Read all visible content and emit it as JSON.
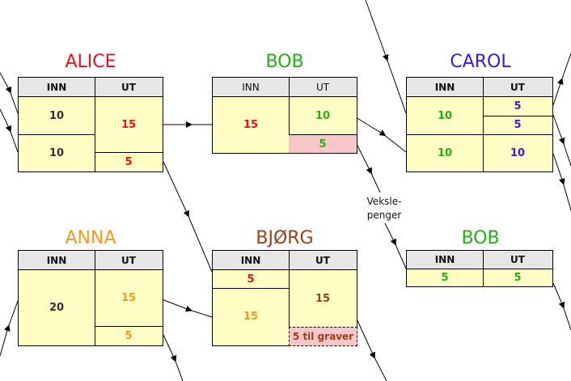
{
  "colors": {
    "red": "#e8101e",
    "green": "#22b014",
    "blue": "#3a18e0",
    "orange": "#f39a1c",
    "brown": "#9c3e12",
    "dark": "#333333",
    "cell_bg": "#fffcc4",
    "header_bg": "#e6e6e6",
    "pink": "#f7c6c9"
  },
  "alice": {
    "name": "ALICE",
    "inn": "INN",
    "ut": "UT",
    "in1": "10",
    "in2": "10",
    "out1": "15",
    "out2": "5"
  },
  "bob1": {
    "name": "BOB",
    "inn": "INN",
    "ut": "UT",
    "in1": "15",
    "out1": "10",
    "out2": "5"
  },
  "carol": {
    "name": "CAROL",
    "inn": "INN",
    "ut": "UT",
    "in1": "10",
    "in2": "10",
    "out1": "5",
    "out2": "5",
    "out3": "10"
  },
  "anna": {
    "name": "ANNA",
    "inn": "INN",
    "ut": "UT",
    "in1": "20",
    "out1": "15",
    "out2": "5"
  },
  "bjorg": {
    "name": "BJØRG",
    "inn": "INN",
    "ut": "UT",
    "in1": "5",
    "in2": "15",
    "out1": "15",
    "out2": "5 til graver"
  },
  "bob2": {
    "name": "BOB",
    "inn": "INN",
    "ut": "UT",
    "in1": "5",
    "out1": "5"
  },
  "note": {
    "line1": "Veksle-",
    "line2": "penger"
  }
}
